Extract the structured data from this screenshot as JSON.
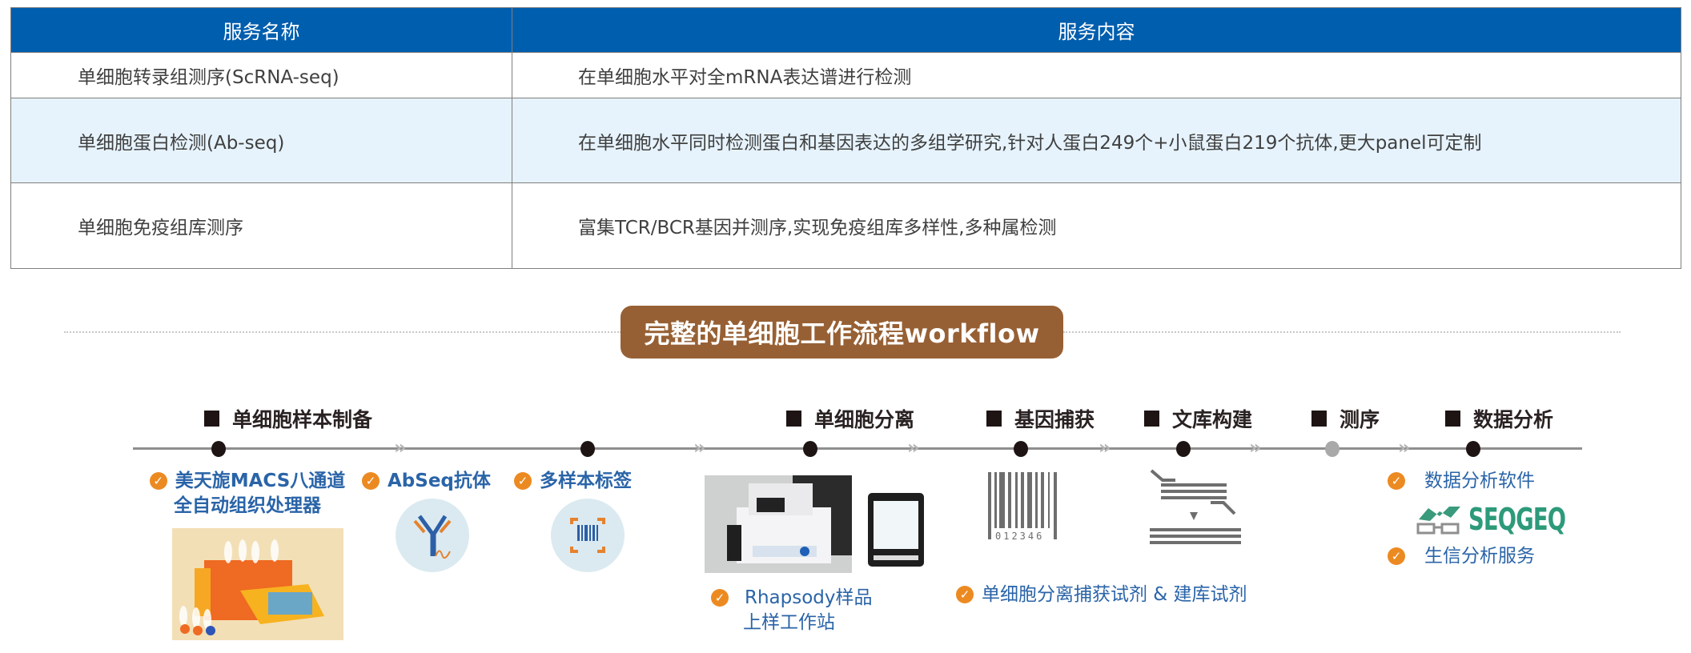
{
  "table": {
    "headers": [
      "服务名称",
      "服务内容"
    ],
    "rows": [
      {
        "name": "单细胞转录组测序(ScRNA-seq)",
        "desc": "在单细胞水平对全mRNA表达谱进行检测"
      },
      {
        "name": "单细胞蛋白检测(Ab-seq)",
        "desc": "在单细胞水平同时检测蛋白和基因表达的多组学研究,针对人蛋白249个+小鼠蛋白219个抗体,更大panel可定制"
      },
      {
        "name": "单细胞免疫组库测序",
        "desc": "富集TCR/BCR基因并测序,实现免疫组库多样性,多种属检测"
      }
    ],
    "colors": {
      "header_bg": "#005eae",
      "alt_row_bg": "#e6f3fc"
    }
  },
  "workflow": {
    "title": "完整的单细胞工作流程workflow",
    "title_bg": "#976034",
    "stages": [
      {
        "label": "单细胞样本制备"
      },
      {
        "label": "单细胞分离"
      },
      {
        "label": "基因捕获"
      },
      {
        "label": "文库构建"
      },
      {
        "label": "测序"
      },
      {
        "label": "数据分析"
      }
    ],
    "arrow_glyph": "»",
    "items": {
      "macs_line1": "美天旎MACS八通道",
      "macs_line2": "全自动组织处理器",
      "abseq": "AbSeq抗体",
      "multiplex": "多样本标签",
      "rhapsody_line1": "Rhapsody样品",
      "rhapsody_line2": "上样工作站",
      "reagents": "单细胞分离捕获试剂 & 建库试剂",
      "software": "数据分析软件",
      "bioinfo": "生信分析服务"
    },
    "check_glyph": "✓",
    "barcode_digits": "012346",
    "logo_text": "SEQGEQ",
    "accent_orange": "#ec8a22",
    "item_text_color": "#2a64a8"
  }
}
